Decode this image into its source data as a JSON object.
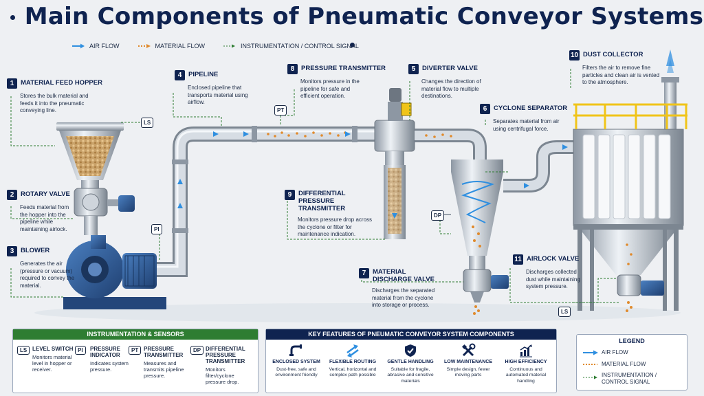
{
  "title": "Main Components of Pneumatic Conveyor Systems",
  "legend_top": {
    "air": "AIR FLOW",
    "material": "MATERIAL FLOW",
    "signal": "INSTRUMENTATION / CONTROL SIGNAL"
  },
  "components": [
    {
      "num": "1",
      "name": "MATERIAL FEED HOPPER",
      "desc": "Stores the bulk material and feeds it into the pneumatic conveying line."
    },
    {
      "num": "2",
      "name": "ROTARY VALVE",
      "desc": "Feeds material from the hopper into the pipeline while maintaining airlock."
    },
    {
      "num": "3",
      "name": "BLOWER",
      "desc": "Generates the air (pressure or vacuum) required to convey the material."
    },
    {
      "num": "4",
      "name": "PIPELINE",
      "desc": "Enclosed pipeline that transports material using airflow."
    },
    {
      "num": "8",
      "name": "PRESSURE TRANSMITTER",
      "desc": "Monitors pressure in the pipeline for safe and efficient operation."
    },
    {
      "num": "5",
      "name": "DIVERTER VALVE",
      "desc": "Changes the direction of material flow to multiple destinations."
    },
    {
      "num": "6",
      "name": "CYCLONE SEPARATOR",
      "desc": "Separates material from air using centrifugal force."
    },
    {
      "num": "10",
      "name": "DUST COLLECTOR",
      "desc": "Filters the air to remove fine particles and clean air is vented to the atmosphere."
    },
    {
      "num": "9",
      "name": "DIFFERENTIAL PRESSURE TRANSMITTER",
      "desc": "Monitors pressure drop across the cyclone or filter for maintenance indication."
    },
    {
      "num": "7",
      "name": "MATERIAL DISCHARGE VALVE",
      "desc": "Discharges the separated material from the cyclone into storage or process."
    },
    {
      "num": "11",
      "name": "AIRLOCK VALVE",
      "desc": "Discharges collected dust while maintaining system pressure."
    }
  ],
  "tags": {
    "ls1": "LS",
    "pi": "PI",
    "pt": "PT",
    "dp": "DP",
    "ls2": "LS"
  },
  "instrumentation": {
    "header": "INSTRUMENTATION & SENSORS",
    "items": [
      {
        "tag": "LS",
        "name": "LEVEL SWITCH",
        "desc": "Monitors material level in hopper or receiver."
      },
      {
        "tag": "PI",
        "name": "PRESSURE INDICATOR",
        "desc": "Indicates system pressure."
      },
      {
        "tag": "PT",
        "name": "PRESSURE TRANSMITTER",
        "desc": "Measures and transmits pipeline pressure."
      },
      {
        "tag": "DP",
        "name": "DIFFERENTIAL PRESSURE TRANSMITTER",
        "desc": "Monitors filter/cyclone pressure drop."
      }
    ]
  },
  "features": {
    "header": "KEY FEATURES OF PNEUMATIC CONVEYOR SYSTEM COMPONENTS",
    "items": [
      {
        "icon": "pipe-icon",
        "name": "ENCLOSED SYSTEM",
        "desc": "Dust-free, safe and environment friendly"
      },
      {
        "icon": "routing-arrows-icon",
        "name": "FLEXIBLE ROUTING",
        "desc": "Vertical, horizontal and complex path possible"
      },
      {
        "icon": "shield-icon",
        "name": "GENTLE HANDLING",
        "desc": "Suitable for fragile, abrasive and sensitive materials"
      },
      {
        "icon": "tools-icon",
        "name": "LOW MAINTENANCE",
        "desc": "Simple design, fewer moving parts"
      },
      {
        "icon": "bar-chart-icon",
        "name": "HIGH EFFICIENCY",
        "desc": "Continuous and automated material handling"
      }
    ]
  },
  "legend": {
    "header": "LEGEND",
    "air": "AIR FLOW",
    "material": "MATERIAL FLOW",
    "signal": "INSTRUMENTATION / CONTROL SIGNAL"
  },
  "colors": {
    "navy": "#0f2350",
    "green": "#2e7d32",
    "air": "#2f8fe0",
    "material": "#e08a2c",
    "steel": "#b9c1cb",
    "blower": "#2f5f9e",
    "railing": "#f0c419"
  }
}
